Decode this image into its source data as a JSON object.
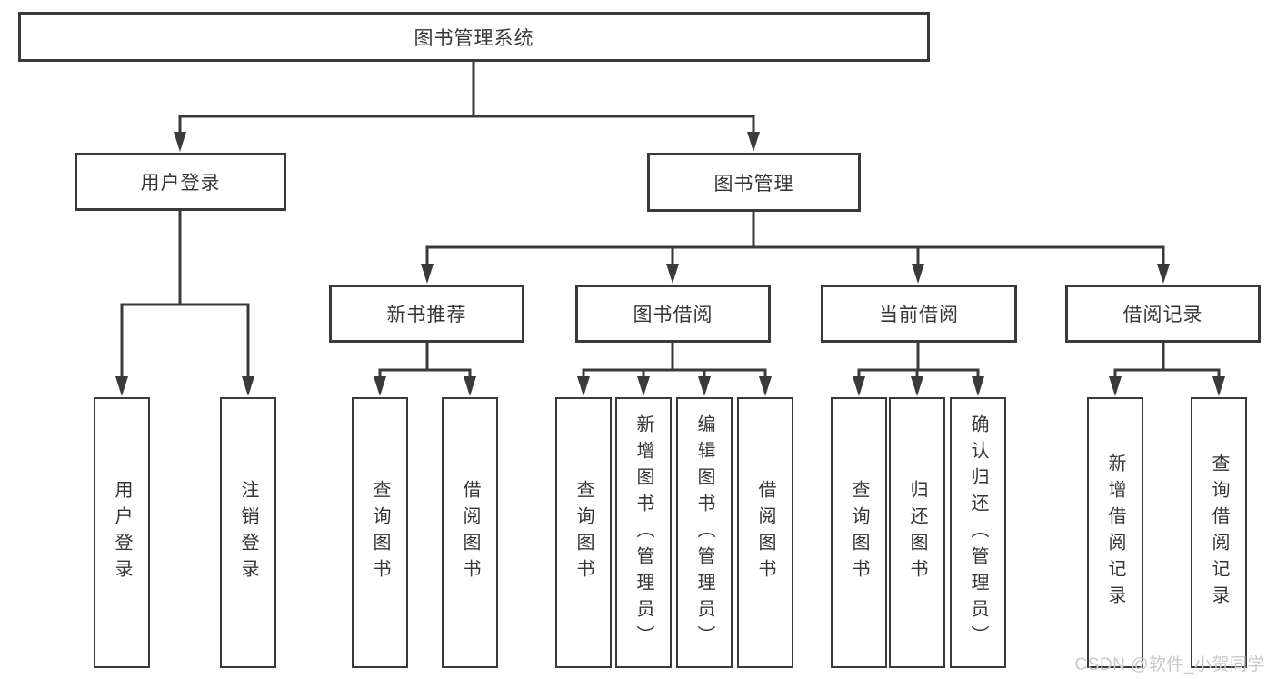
{
  "tree": {
    "label": "图书管理系统",
    "children": [
      {
        "label": "用户登录",
        "children": [
          {
            "label": "用户登录"
          },
          {
            "label": "注销登录"
          }
        ]
      },
      {
        "label": "图书管理",
        "children": [
          {
            "label": "新书推荐",
            "children": [
              {
                "label": "查询图书"
              },
              {
                "label": "借阅图书"
              }
            ]
          },
          {
            "label": "图书借阅",
            "children": [
              {
                "label": "查询图书"
              },
              {
                "label": "新增图书（管理员）"
              },
              {
                "label": "编辑图书（管理员）"
              },
              {
                "label": "借阅图书"
              }
            ]
          },
          {
            "label": "当前借阅",
            "children": [
              {
                "label": "查询图书"
              },
              {
                "label": "归还图书"
              },
              {
                "label": "确认归还（管理员）"
              }
            ]
          },
          {
            "label": "借阅记录",
            "children": [
              {
                "label": "新增借阅记录"
              },
              {
                "label": "查询借阅记录"
              }
            ]
          }
        ]
      }
    ]
  },
  "watermark": {
    "text": "CSDN @软件_小贺同学"
  },
  "colors": {
    "line": "#3a3a3a",
    "text": "#353535",
    "watermark": "#c9c9c9",
    "background": "#ffffff"
  }
}
